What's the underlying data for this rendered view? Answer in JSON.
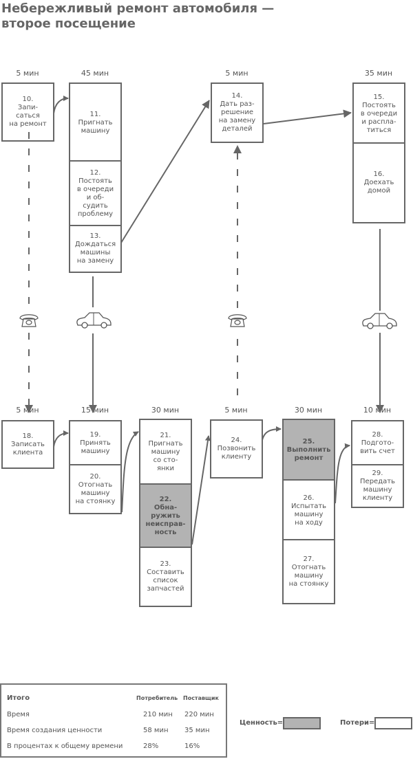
{
  "title": "Небережливый ремонт автомобиля — второе посещение",
  "colors": {
    "value": "#b3b3b3",
    "waste": "#ffffff",
    "line": "#666666"
  },
  "top_row": {
    "steps": [
      {
        "time": "5  мин",
        "cells": [
          {
            "text": "10.\nЗапи-\nсаться\nна ремонт",
            "type": "waste"
          }
        ]
      },
      {
        "time": "45 мин",
        "cells": [
          {
            "text": "11.\nПригнать\nмашину",
            "type": "waste"
          },
          {
            "text": "12.\nПостоять\nв очереди\nи об-\nсудить\nпроблему",
            "type": "waste"
          },
          {
            "text": "13.\nДождаться\nмашины\nна замену",
            "type": "waste"
          }
        ]
      },
      {
        "time": "5 мин",
        "cells": [
          {
            "text": "14.\nДать раз-\nрешение\nна замену\nдеталей",
            "type": "waste"
          }
        ]
      },
      {
        "time": "35 мин",
        "cells": [
          {
            "text": "15.\nПостоять\nв очереди\nи распла-\nтиться",
            "type": "waste"
          },
          {
            "text": "16.\nДоехать\nдомой",
            "type": "waste"
          }
        ]
      }
    ]
  },
  "bottom_row": {
    "steps": [
      {
        "time": "5  мин",
        "cells": [
          {
            "text": "18.\nЗаписать\nклиента",
            "type": "waste"
          }
        ]
      },
      {
        "time": "15 мин",
        "cells": [
          {
            "text": "19.\nПринять\nмашину",
            "type": "waste"
          },
          {
            "text": "20.\nОтогнать\nмашину\nна стоянку",
            "type": "waste"
          }
        ]
      },
      {
        "time": "30 мин",
        "cells": [
          {
            "text": "21.\nПригнать\nмашину\nсо сто-\nянки",
            "type": "waste"
          },
          {
            "text": "22.\nОбна-\nружить\nнеисправ-\nность",
            "type": "value"
          },
          {
            "text": "23.\nСоставить\nсписок\nзапчастей",
            "type": "waste"
          }
        ]
      },
      {
        "time": "5 мин",
        "cells": [
          {
            "text": "24.\nПозвонить\nклиенту",
            "type": "waste"
          }
        ]
      },
      {
        "time": "30 мин",
        "cells": [
          {
            "text": "25.\nВыполнить\nремонт",
            "type": "value"
          },
          {
            "text": "26.\nИспытать\nмашину\nна ходу",
            "type": "waste"
          },
          {
            "text": "27.\nОтогнать\nмашину\nна стоянку",
            "type": "waste"
          }
        ]
      },
      {
        "time": "10 мин",
        "cells": [
          {
            "text": "28.\nПодгото-\nвить счет",
            "type": "waste"
          },
          {
            "text": "29.\nПередать\nмашину\nклиенту",
            "type": "waste"
          }
        ]
      }
    ]
  },
  "connectors": [
    {
      "from": "10",
      "to": "18",
      "style": "dashed",
      "icon": "telephone-icon"
    },
    {
      "from": "13",
      "to": "19",
      "style": "solid",
      "icon": "car-icon"
    },
    {
      "from": "24",
      "to": "14",
      "style": "dashed",
      "icon": "telephone-icon"
    },
    {
      "from": "16",
      "to": "28",
      "style": "solid",
      "icon": "car-icon"
    }
  ],
  "summary": {
    "header": "Итого",
    "columns": [
      "Потребитель",
      "Поставщик"
    ],
    "rows": [
      {
        "label": "Время",
        "values": [
          "210 мин",
          "220 мин"
        ]
      },
      {
        "label": "Время создания ценности",
        "values": [
          "58 мин",
          "35 мин"
        ]
      },
      {
        "label": "В процентах к общему времени",
        "values": [
          "28%",
          "16%"
        ]
      }
    ]
  },
  "legend": {
    "value_label": "Ценность=",
    "waste_label": "Потери="
  }
}
